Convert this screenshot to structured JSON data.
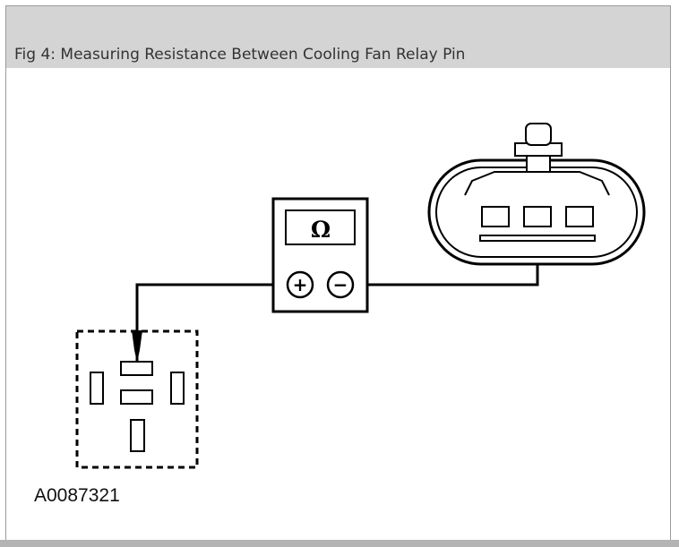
{
  "figure": {
    "title": "Fig 4: Measuring Resistance Between Cooling Fan Relay Pin",
    "code": "A0087321"
  },
  "meter": {
    "display": "Ω",
    "positive": "+",
    "negative": "−"
  }
}
